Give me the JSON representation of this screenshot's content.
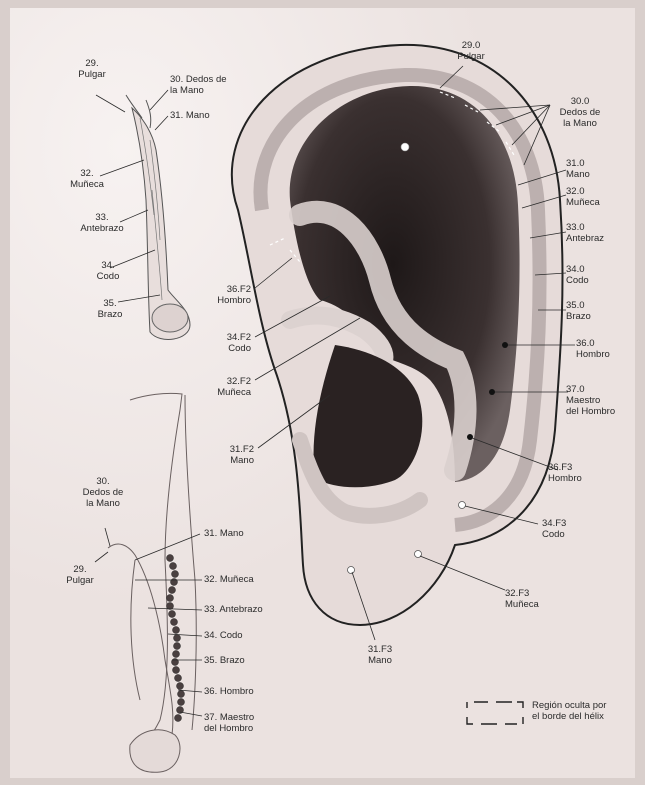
{
  "colors": {
    "page": "#ece3e1",
    "ear_fill": "#e7dcda",
    "ear_dark": "#3a3232",
    "line": "#2a2a2a",
    "text": "#2b2b2b"
  },
  "arm_top": {
    "29": "29.\nPulgar",
    "30": "30. Dedos de\nla Mano",
    "31": "31. Mano",
    "32": "32.\nMuñeca",
    "33": "33.\nAntebrazo",
    "34": "34.\nCodo",
    "35": "35.\nBrazo"
  },
  "arm_bottom": {
    "30": "30.\nDedos de\nla Mano",
    "29": "29.\nPulgar",
    "31": "31. Mano",
    "32": "32. Muñeca",
    "33": "33. Antebrazo",
    "34": "34. Codo",
    "35": "35. Brazo",
    "36": "36. Hombro",
    "37": "37. Maestro\ndel Hombro"
  },
  "ear": {
    "p29_0": "29.0\nPulgar",
    "p30_0": "30.0\nDedos de\nla Mano",
    "p31_0": "31.0\nMano",
    "p32_0": "32.0\nMuñeca",
    "p33_0": "33.0\nAntebraz",
    "p34_0": "34.0\nCodo",
    "p35_0": "35.0\nBrazo",
    "p36_0": "36.0\nHombro",
    "p37_0": "37.0\nMaestro\ndel Hombro",
    "p36_f3": "36.F3\nHombro",
    "p34_f3": "34.F3\nCodo",
    "p32_f3": "32.F3\nMuñeca",
    "p31_f3": "31.F3\nMano",
    "p36_f2": "36.F2\nHombro",
    "p34_f2": "34.F2\nCodo",
    "p32_f2": "32.F2\nMuñeca",
    "p31_f2": "31.F2\nMano"
  },
  "legend": {
    "text": "Región oculta por\nel borde del hélix"
  }
}
